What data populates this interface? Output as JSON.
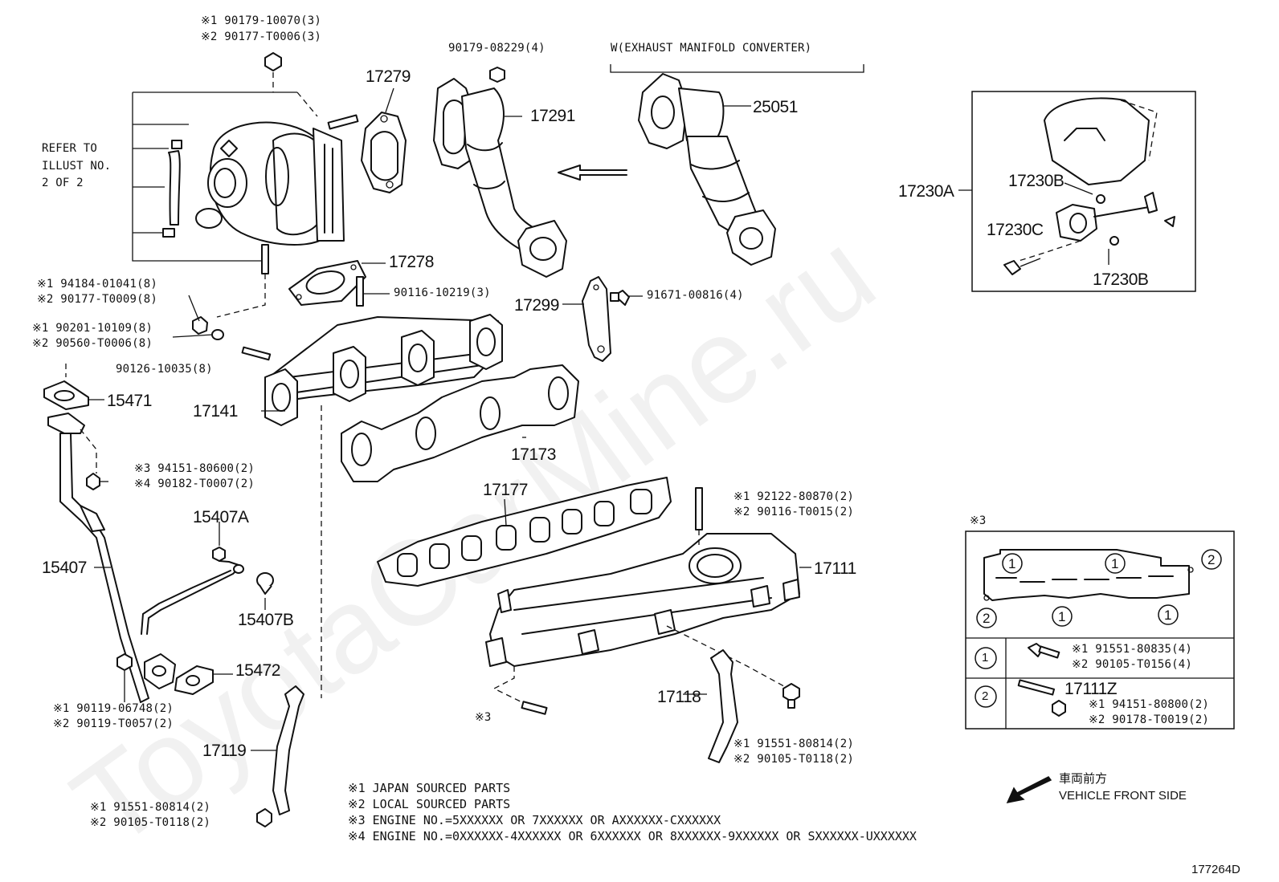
{
  "diagram_id": "177264D",
  "watermark": "ToyotaCarMine.ru",
  "refer_note": [
    "REFER TO",
    "ILLUST NO.",
    "2 OF 2"
  ],
  "converter_bracket_label": "W(EXHAUST MANIFOLD CONVERTER)",
  "parts": {
    "p17279": "17279",
    "p17291": "17291",
    "p25051": "25051",
    "p17278": "17278",
    "p17299": "17299",
    "p15471": "15471",
    "p17141": "17141",
    "p17173": "17173",
    "p17177": "17177",
    "p15407A": "15407A",
    "p15407": "15407",
    "p15407B": "15407B",
    "p15472": "15472",
    "p17111": "17111",
    "p17118": "17118",
    "p17119": "17119",
    "p17230A": "17230A",
    "p17230B_top": "17230B",
    "p17230C": "17230C",
    "p17230B_bottom": "17230B",
    "p17111Z": "17111Z"
  },
  "callouts": {
    "turbo_nut": [
      "※1 90179-10070(3)",
      "※2 90177-T0006(3)"
    ],
    "nut_08229": "90179-08229(4)",
    "stud_10219": "90116-10219(3)",
    "bolt_00816": "91671-00816(4)",
    "nut_01041": [
      "※1 94184-01041(8)",
      "※2 90177-T0009(8)"
    ],
    "washer_10109": [
      "※1 90201-10109(8)",
      "※2 90560-T0006(8)"
    ],
    "stud_10035": "90126-10035(8)",
    "nut_80600": [
      "※3 94151-80600(2)",
      "※4 90182-T0007(2)"
    ],
    "stud_80870": [
      "※1 92122-80870(2)",
      "※2 90116-T0015(2)"
    ],
    "bolt_06748": [
      "※1 90119-06748(2)",
      "※2 90119-T0057(2)"
    ],
    "bolt_80814_right": [
      "※1 91551-80814(2)",
      "※2 90105-T0118(2)"
    ],
    "bolt_80814_left": [
      "※1 91551-80814(2)",
      "※2 90105-T0118(2)"
    ],
    "note3_marker": "※3"
  },
  "inset": {
    "label": "※3",
    "row1_num": "1",
    "row1_parts": [
      "※1 91551-80835(4)",
      "※2 90105-T0156(4)"
    ],
    "row2_num": "2",
    "row2_parts": [
      "※1 94151-80800(2)",
      "※2 90178-T0019(2)"
    ]
  },
  "notes": [
    "※1 JAPAN SOURCED PARTS",
    "※2 LOCAL SOURCED PARTS",
    "※3 ENGINE NO.=5XXXXXX OR 7XXXXXX OR AXXXXXX-CXXXXXX",
    "※4 ENGINE NO.=0XXXXXX-4XXXXXX OR 6XXXXXX OR 8XXXXXX-9XXXXXX OR SXXXXXX-UXXXXXX"
  ],
  "front_indicator": {
    "jp": "車両前方",
    "en": "VEHICLE FRONT SIDE"
  }
}
